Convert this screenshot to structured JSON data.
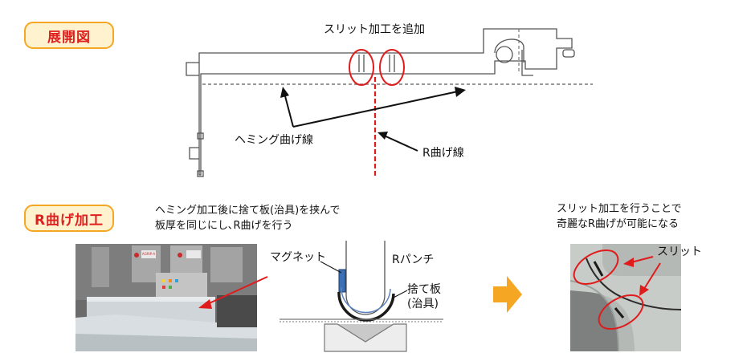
{
  "section1": {
    "badge": "展開図"
  },
  "section2": {
    "badge": "R曲げ加工"
  },
  "development": {
    "slit_callout": "スリット加工を追加",
    "hemming_line_label": "ヘミング曲げ線",
    "r_line_label": "R曲げ線"
  },
  "process": {
    "description_line1": "ヘミング加工後に捨て板(治具)を挟んで",
    "description_line2": "板厚を同じにし､R曲げを行う",
    "magnet_label": "マグネット",
    "punch_label": "Rパンチ",
    "jig_label_line1": "捨て板",
    "jig_label_line2": "(治具)",
    "machine_tag": "AGRIP-A"
  },
  "result": {
    "description_line1": "スリット加工を行うことで",
    "description_line2": "奇麗なR曲げが可能になる",
    "slit_label": "スリット"
  },
  "colors": {
    "accent_red": "#e01b1b",
    "badge_border": "#f5a623",
    "badge_fill": "#fff3cf",
    "arrow_orange": "#f5a623"
  }
}
